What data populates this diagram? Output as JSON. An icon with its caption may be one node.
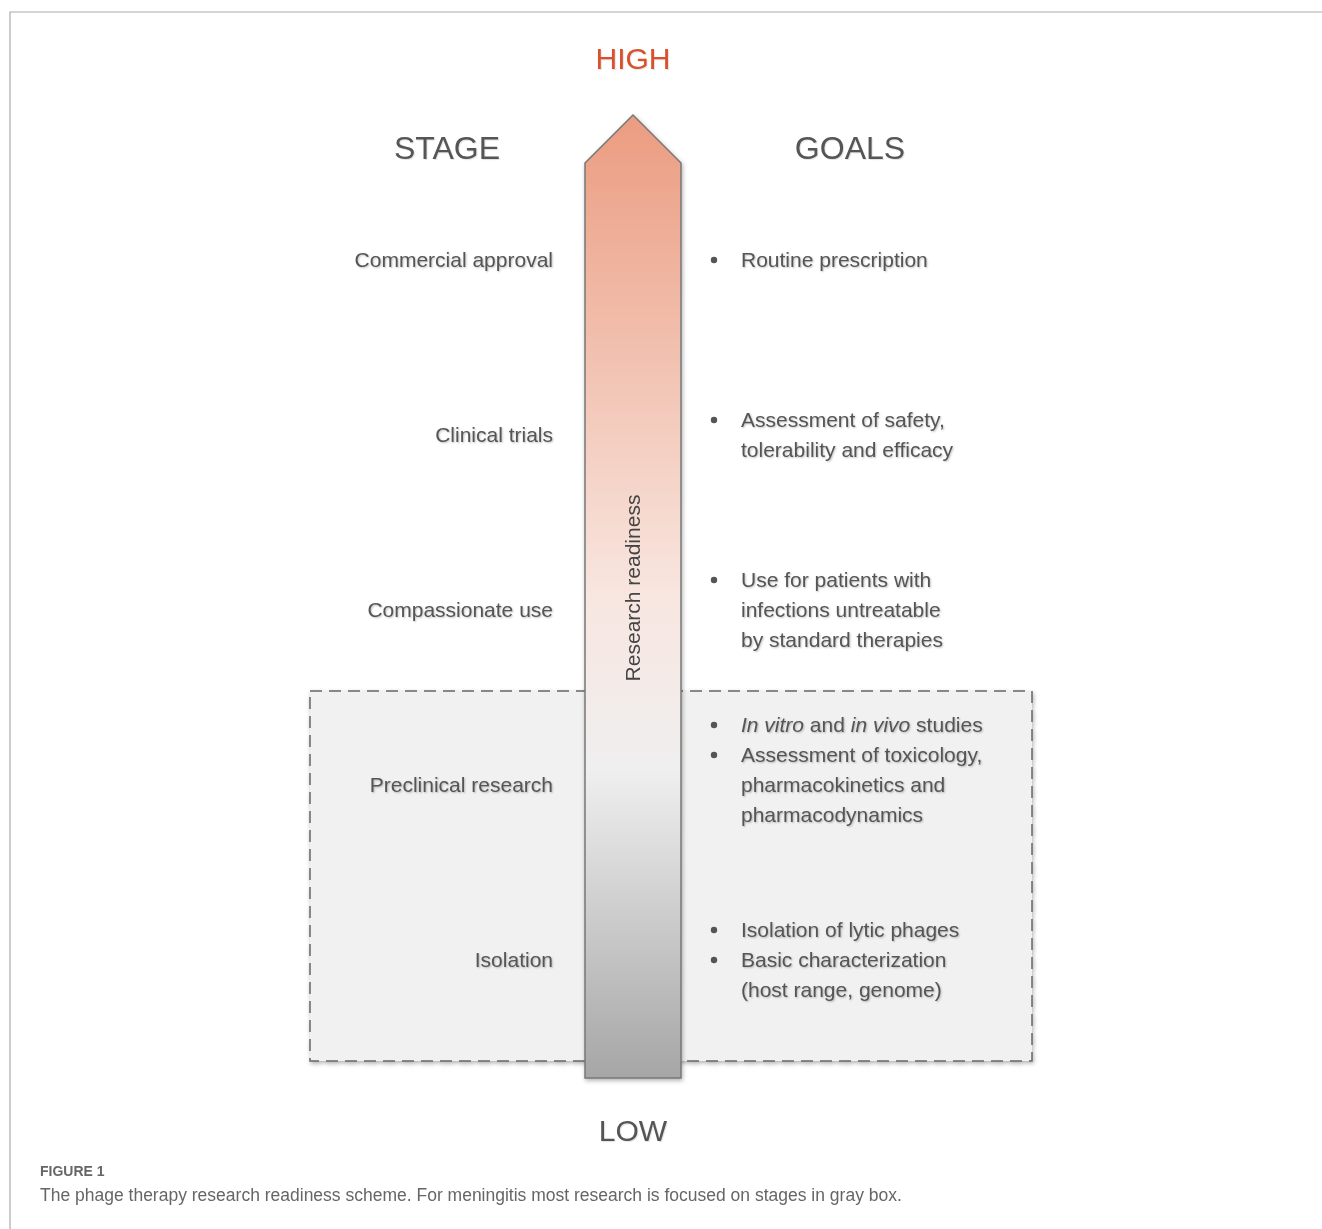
{
  "diagram": {
    "title": "FIGURE 1",
    "caption": "The phage therapy research readiness scheme. For meningitis most research is focused on stages in gray box.",
    "nodes": [
      {
        "text": [],
        "shape": "box"
      },
      {
        "text": [
          "Research readiness"
        ]
      }
    ],
    "labels": [
      "HIGH",
      "STAGE",
      "GOALS",
      "Commercial approval",
      "Routine prescription",
      "Clinical trials",
      "Assessment of safety, tolerability and efficacy",
      "Compassionate use",
      "Use for patients with infections untreatable by standard therapies",
      "Preclinical research",
      "*In vitro* and *in vivo* studies",
      "Assessment of toxicology, pharmacokinetics and pharmacodynamics",
      "Isolation",
      "Isolation of lytic phages",
      "Basic characterization (host range, genome)",
      "LOW"
    ]
  }
}
